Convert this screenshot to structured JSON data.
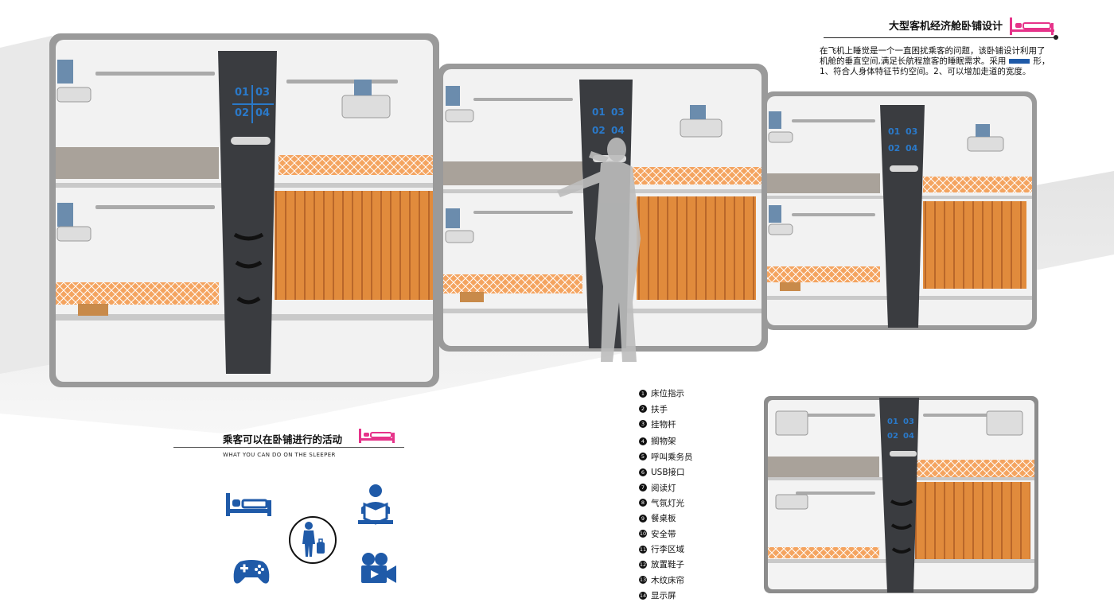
{
  "header": {
    "title": "大型客机经济舱卧铺设计",
    "description_line1": "在飞机上睡觉是一个一直困扰乘客的问题，该卧铺设计利用了",
    "description_line2a": "机舱的垂直空间,满足长航程旅客的睡眠需求。采用",
    "description_line2b": "形，",
    "description_line3": "1、符合人身体特征节约空间。2、可以增加走道的宽度。"
  },
  "booth_display": {
    "n1": "01",
    "n2": "03",
    "n3": "02",
    "n4": "04"
  },
  "activities": {
    "title": "乘客可以在卧铺进行的活动",
    "subtitle": "WHAT YOU CAN DO ON THE SLEEPER",
    "icons": [
      "bed-icon",
      "reading-person-icon",
      "passenger-luggage-icon",
      "gamepad-icon",
      "video-camera-icon"
    ]
  },
  "legend": {
    "items": [
      {
        "num": "1",
        "label": "床位指示"
      },
      {
        "num": "2",
        "label": "扶手"
      },
      {
        "num": "3",
        "label": "挂物杆"
      },
      {
        "num": "4",
        "label": "搁物架"
      },
      {
        "num": "5",
        "label": "呼叫乘务员"
      },
      {
        "num": "6",
        "label": "USB接口"
      },
      {
        "num": "7",
        "label": "阅读灯"
      },
      {
        "num": "8",
        "label": "气氛灯光"
      },
      {
        "num": "9",
        "label": "餐桌板"
      },
      {
        "num": "10",
        "label": "安全带"
      },
      {
        "num": "11",
        "label": "行李区域"
      },
      {
        "num": "12",
        "label": "放置鞋子"
      },
      {
        "num": "13",
        "label": "木纹床帘"
      },
      {
        "num": "14",
        "label": "显示屏"
      }
    ]
  },
  "colors": {
    "accent_pink": "#e6338a",
    "accent_blue": "#1f5aa8",
    "wood": "#e08a3a",
    "panel_dark": "#3a3c40"
  }
}
